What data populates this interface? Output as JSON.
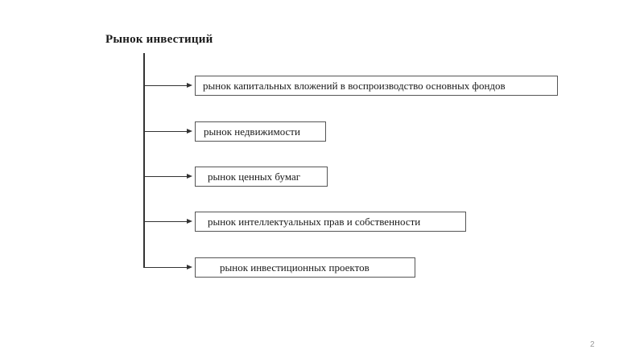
{
  "title": "Рынок инвестиций",
  "items": [
    {
      "label": "рынок капитальных вложений в воспроизводство основных фондов"
    },
    {
      "label": "рынок недвижимости"
    },
    {
      "label": "рынок ценных бумаг"
    },
    {
      "label": "рынок интеллектуальных прав и собственности"
    },
    {
      "label": "рынок инвестиционных проектов"
    }
  ],
  "page_number": "2"
}
